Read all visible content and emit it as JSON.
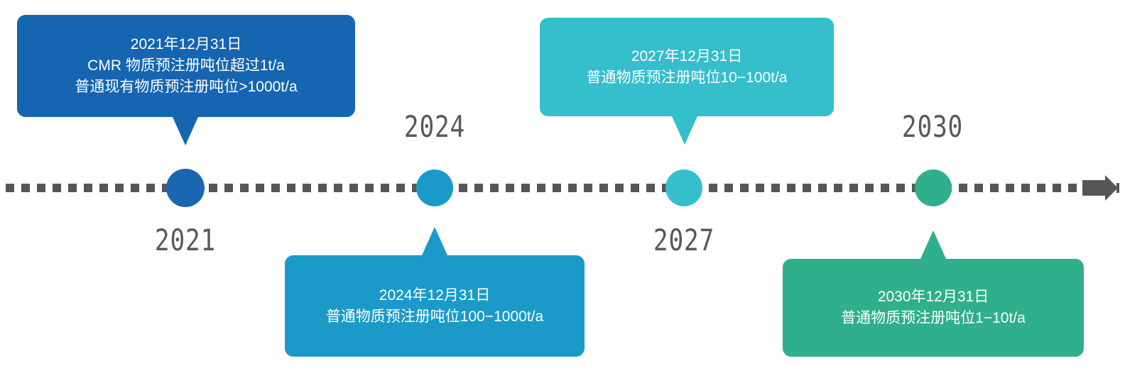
{
  "diagram": {
    "type": "timeline",
    "title": "",
    "axis": {
      "style": "dashed-arrow",
      "direction": "left-to-right",
      "color": "#565656",
      "arrow_icon": "arrow-right-icon"
    },
    "milestones": [
      {
        "year": "2021",
        "dot_color": "#1A66B0",
        "box_color": "#1565B0",
        "callout_position": "above",
        "lines": [
          "2021年12月31日",
          "CMR 物质预注册吨位超过1t/a",
          "普通现有物质预注册吨位>1000t/a"
        ]
      },
      {
        "year": "2024",
        "dot_color": "#1B9AC9",
        "box_color": "#1B9AC9",
        "callout_position": "below",
        "lines": [
          "2024年12月31日",
          "普通物质预注册吨位100−1000t/a"
        ]
      },
      {
        "year": "2027",
        "dot_color": "#35BECC",
        "box_color": "#35BECC",
        "callout_position": "above",
        "lines": [
          "2027年12月31日",
          "普通物质预注册吨位10−100t/a"
        ]
      },
      {
        "year": "2030",
        "dot_color": "#2FAF8B",
        "box_color": "#2FAF8B",
        "callout_position": "below",
        "lines": [
          "2030年12月31日",
          "普通物质预注册吨位1−10t/a"
        ]
      }
    ]
  }
}
